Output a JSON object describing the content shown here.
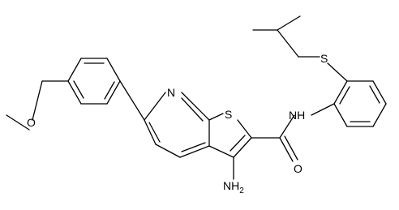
{
  "molecule": {
    "atom_labels": {
      "methoxy_o": "O",
      "pyridine_n": "N",
      "thiophene_s": "S",
      "amide_nh": "NH",
      "amide_o": "O",
      "amine_nh2": "NH",
      "amine_subscript": "2",
      "thioether_s": "S"
    },
    "colors": {
      "bond": "#000000",
      "text": "#000000",
      "background": "#ffffff"
    }
  }
}
